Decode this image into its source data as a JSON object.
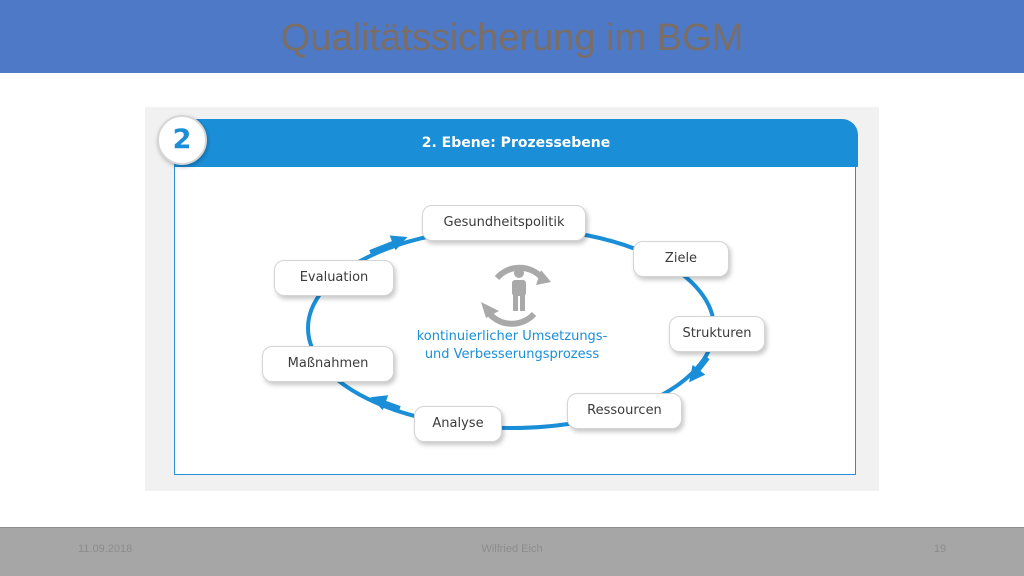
{
  "slide": {
    "title": "Qualitätssicherung im BGM"
  },
  "diagram": {
    "level_number": "2",
    "level_title": "2. Ebene: Prozessebene",
    "center_text_line1": "kontinuierlicher Umsetzungs-",
    "center_text_line2": "und Verbesserungsprozess",
    "center_icon": "person-cycle-icon",
    "nodes": [
      "Gesundheitspolitik",
      "Ziele",
      "Strukturen",
      "Ressourcen",
      "Analyse",
      "Maßnahmen",
      "Evaluation"
    ],
    "colors": {
      "accent": "#1a8fd8",
      "header": "#4e79c6",
      "icon": "#a9a9a9"
    }
  },
  "footer": {
    "date": "11.09.2018",
    "author": "Wilfried Eich",
    "page": "19"
  }
}
